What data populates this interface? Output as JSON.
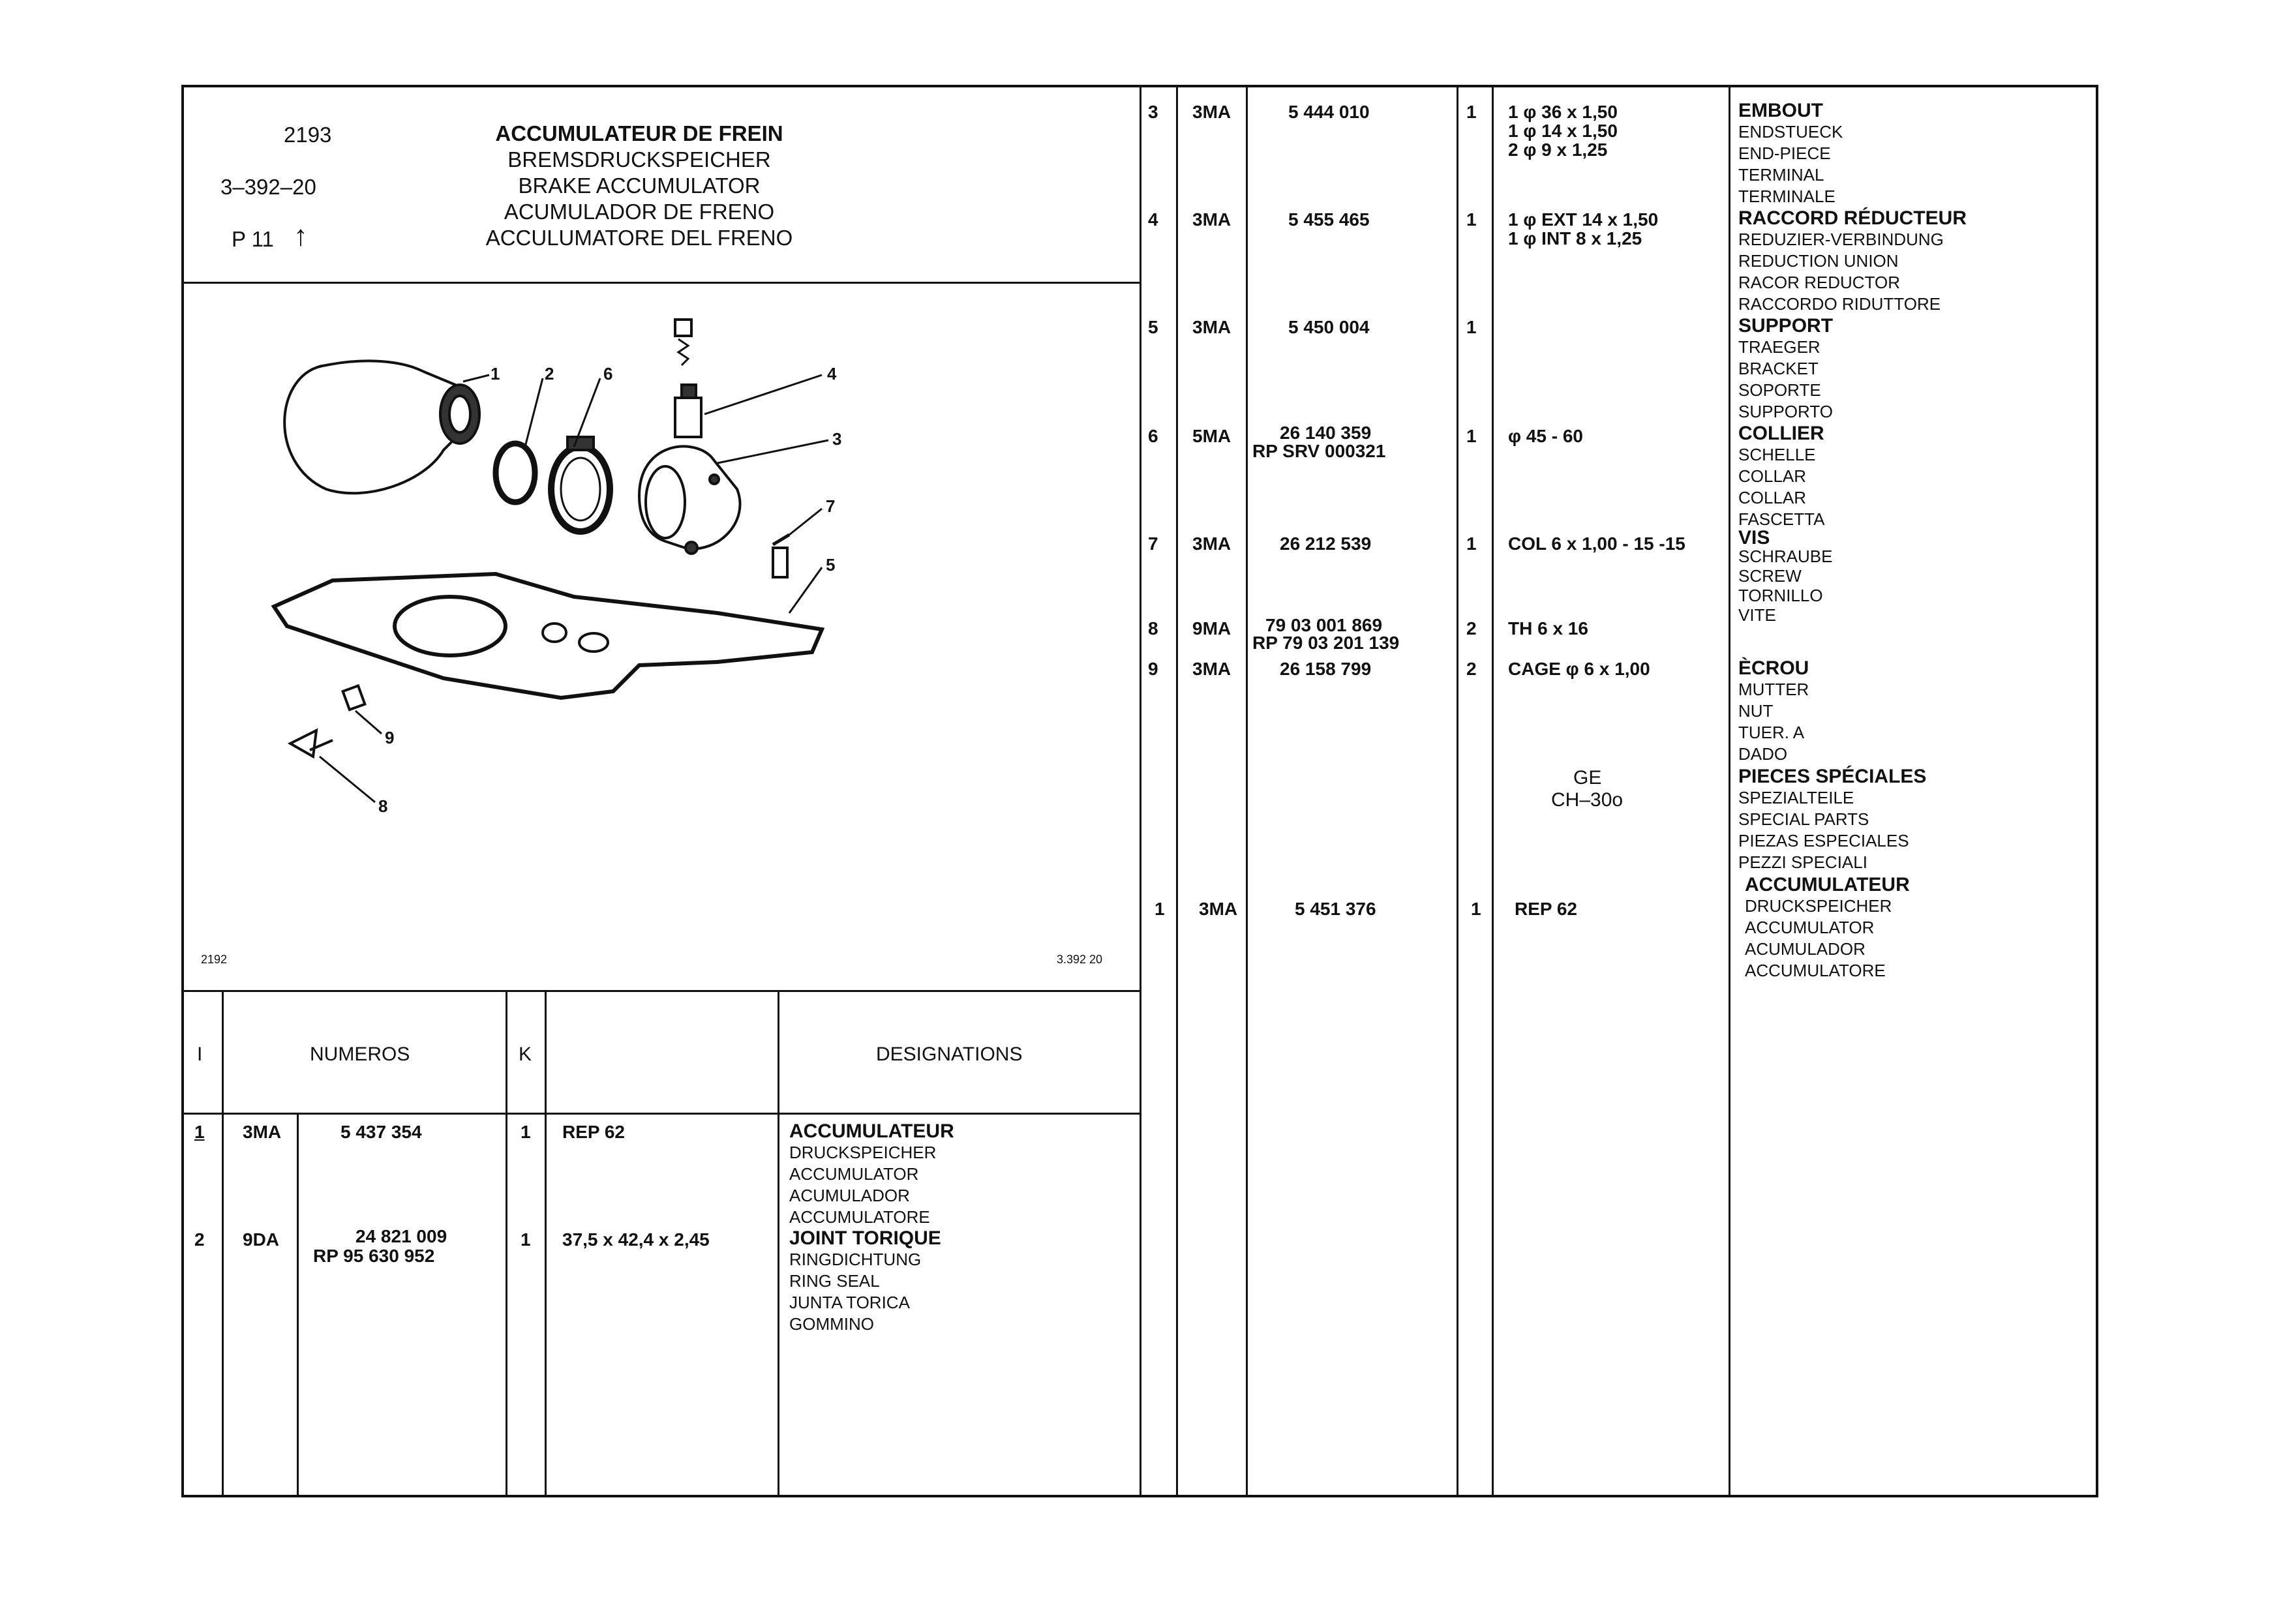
{
  "header": {
    "ref_number": "2193",
    "ref_code": "3–392–20",
    "page": "P  11",
    "page_arrow": "↑",
    "titles": [
      "ACCUMULATEUR DE FREIN",
      "BREMSDRUCKSPEICHER",
      "BRAKE ACCUMULATOR",
      "ACUMULADOR DE FRENO",
      "ACCULUMATORE DEL FRENO"
    ]
  },
  "diagram": {
    "callouts": [
      "1",
      "2",
      "6",
      "4",
      "3",
      "7",
      "5",
      "9",
      "8"
    ],
    "footer_left": "2192",
    "footer_right": "3.392 20"
  },
  "table_header": {
    "col_i": "I",
    "col_numeros": "NUMEROS",
    "col_k": "K",
    "col_designations": "DESIGNATIONS"
  },
  "left_rows": [
    {
      "index": "1",
      "prefix": "3MA",
      "number": "5  437  354",
      "number2": "",
      "k": "1",
      "spec": "REP 62",
      "designations": [
        "ACCUMULATEUR",
        "DRUCKSPEICHER",
        "ACCUMULATOR",
        "ACUMULADOR",
        "ACCUMULATORE"
      ]
    },
    {
      "index": "2",
      "prefix": "9DA",
      "number": "24  821  009",
      "number2": "RP 95  630  952",
      "k": "1",
      "spec": "37,5 x 42,4 x 2,45",
      "designations": [
        "JOINT TORIQUE",
        "RINGDICHTUNG",
        "RING SEAL",
        "JUNTA TORICA",
        "GOMMINO"
      ]
    }
  ],
  "right_rows": [
    {
      "index": "3",
      "prefix": "3MA",
      "number": "5  444  010",
      "number2": "",
      "k": "1",
      "spec": [
        "1 φ 36 x 1,50",
        "1 φ 14 x 1,50",
        "2 φ 9 x 1,25"
      ],
      "designations": [
        "EMBOUT",
        "ENDSTUECK",
        "END-PIECE",
        "TERMINAL",
        "TERMINALE"
      ]
    },
    {
      "index": "4",
      "prefix": "3MA",
      "number": "5  455  465",
      "number2": "",
      "k": "1",
      "spec": [
        "1 φ EXT 14 x 1,50",
        "1 φ INT  8 x 1,25"
      ],
      "designations": [
        "RACCORD RÉDUCTEUR",
        "REDUZIER-VERBINDUNG",
        "REDUCTION UNION",
        "RACOR REDUCTOR",
        "RACCORDO RIDUTTORE"
      ]
    },
    {
      "index": "5",
      "prefix": "3MA",
      "number": "5  450  004",
      "number2": "",
      "k": "1",
      "spec": [],
      "designations": [
        "SUPPORT",
        "TRAEGER",
        "BRACKET",
        "SOPORTE",
        "SUPPORTO"
      ]
    },
    {
      "index": "6",
      "prefix": "5MA",
      "number": "26  140  359",
      "number2": "RP SRV  000321",
      "k": "1",
      "spec": [
        "φ  45 - 60"
      ],
      "designations": [
        "COLLIER",
        "SCHELLE",
        "COLLAR",
        "COLLAR",
        "FASCETTA"
      ]
    },
    {
      "index": "7",
      "prefix": "3MA",
      "number": "26  212  539",
      "number2": "",
      "k": "1",
      "spec": [
        "COL 6 x 1,00 - 15 -15"
      ],
      "designations": [
        "VIS",
        "SCHRAUBE",
        "SCREW",
        "TORNILLO",
        "VITE"
      ]
    },
    {
      "index": "8",
      "prefix": "9MA",
      "number": "79  03  001  869",
      "number2": "RP 79  03  201  139",
      "k": "2",
      "spec": [
        "TH 6 x 16"
      ],
      "designations": []
    },
    {
      "index": "9",
      "prefix": "3MA",
      "number": "26  158  799",
      "number2": "",
      "k": "2",
      "spec": [
        "CAGE  φ 6 x 1,00"
      ],
      "designations": [
        "ÈCROU",
        "MUTTER",
        "NUT",
        "TUER.  A",
        "DADO"
      ]
    },
    {
      "index": "",
      "prefix": "",
      "number": "",
      "number2": "",
      "k": "",
      "spec": [
        "GE",
        "CH–30o"
      ],
      "designations": [
        "PIECES SPÉCIALES",
        "SPEZIALTEILE",
        "SPECIAL PARTS",
        "PIEZAS ESPECIALES",
        "PEZZI SPECIALI"
      ]
    },
    {
      "index": "1",
      "prefix": "3MA",
      "number": "5  451  376",
      "number2": "",
      "k": "1",
      "spec": [
        "REP 62"
      ],
      "designations": [
        "ACCUMULATEUR",
        "DRUCKSPEICHER",
        "ACCUMULATOR",
        "ACUMULADOR",
        "ACCUMULATORE"
      ]
    }
  ]
}
